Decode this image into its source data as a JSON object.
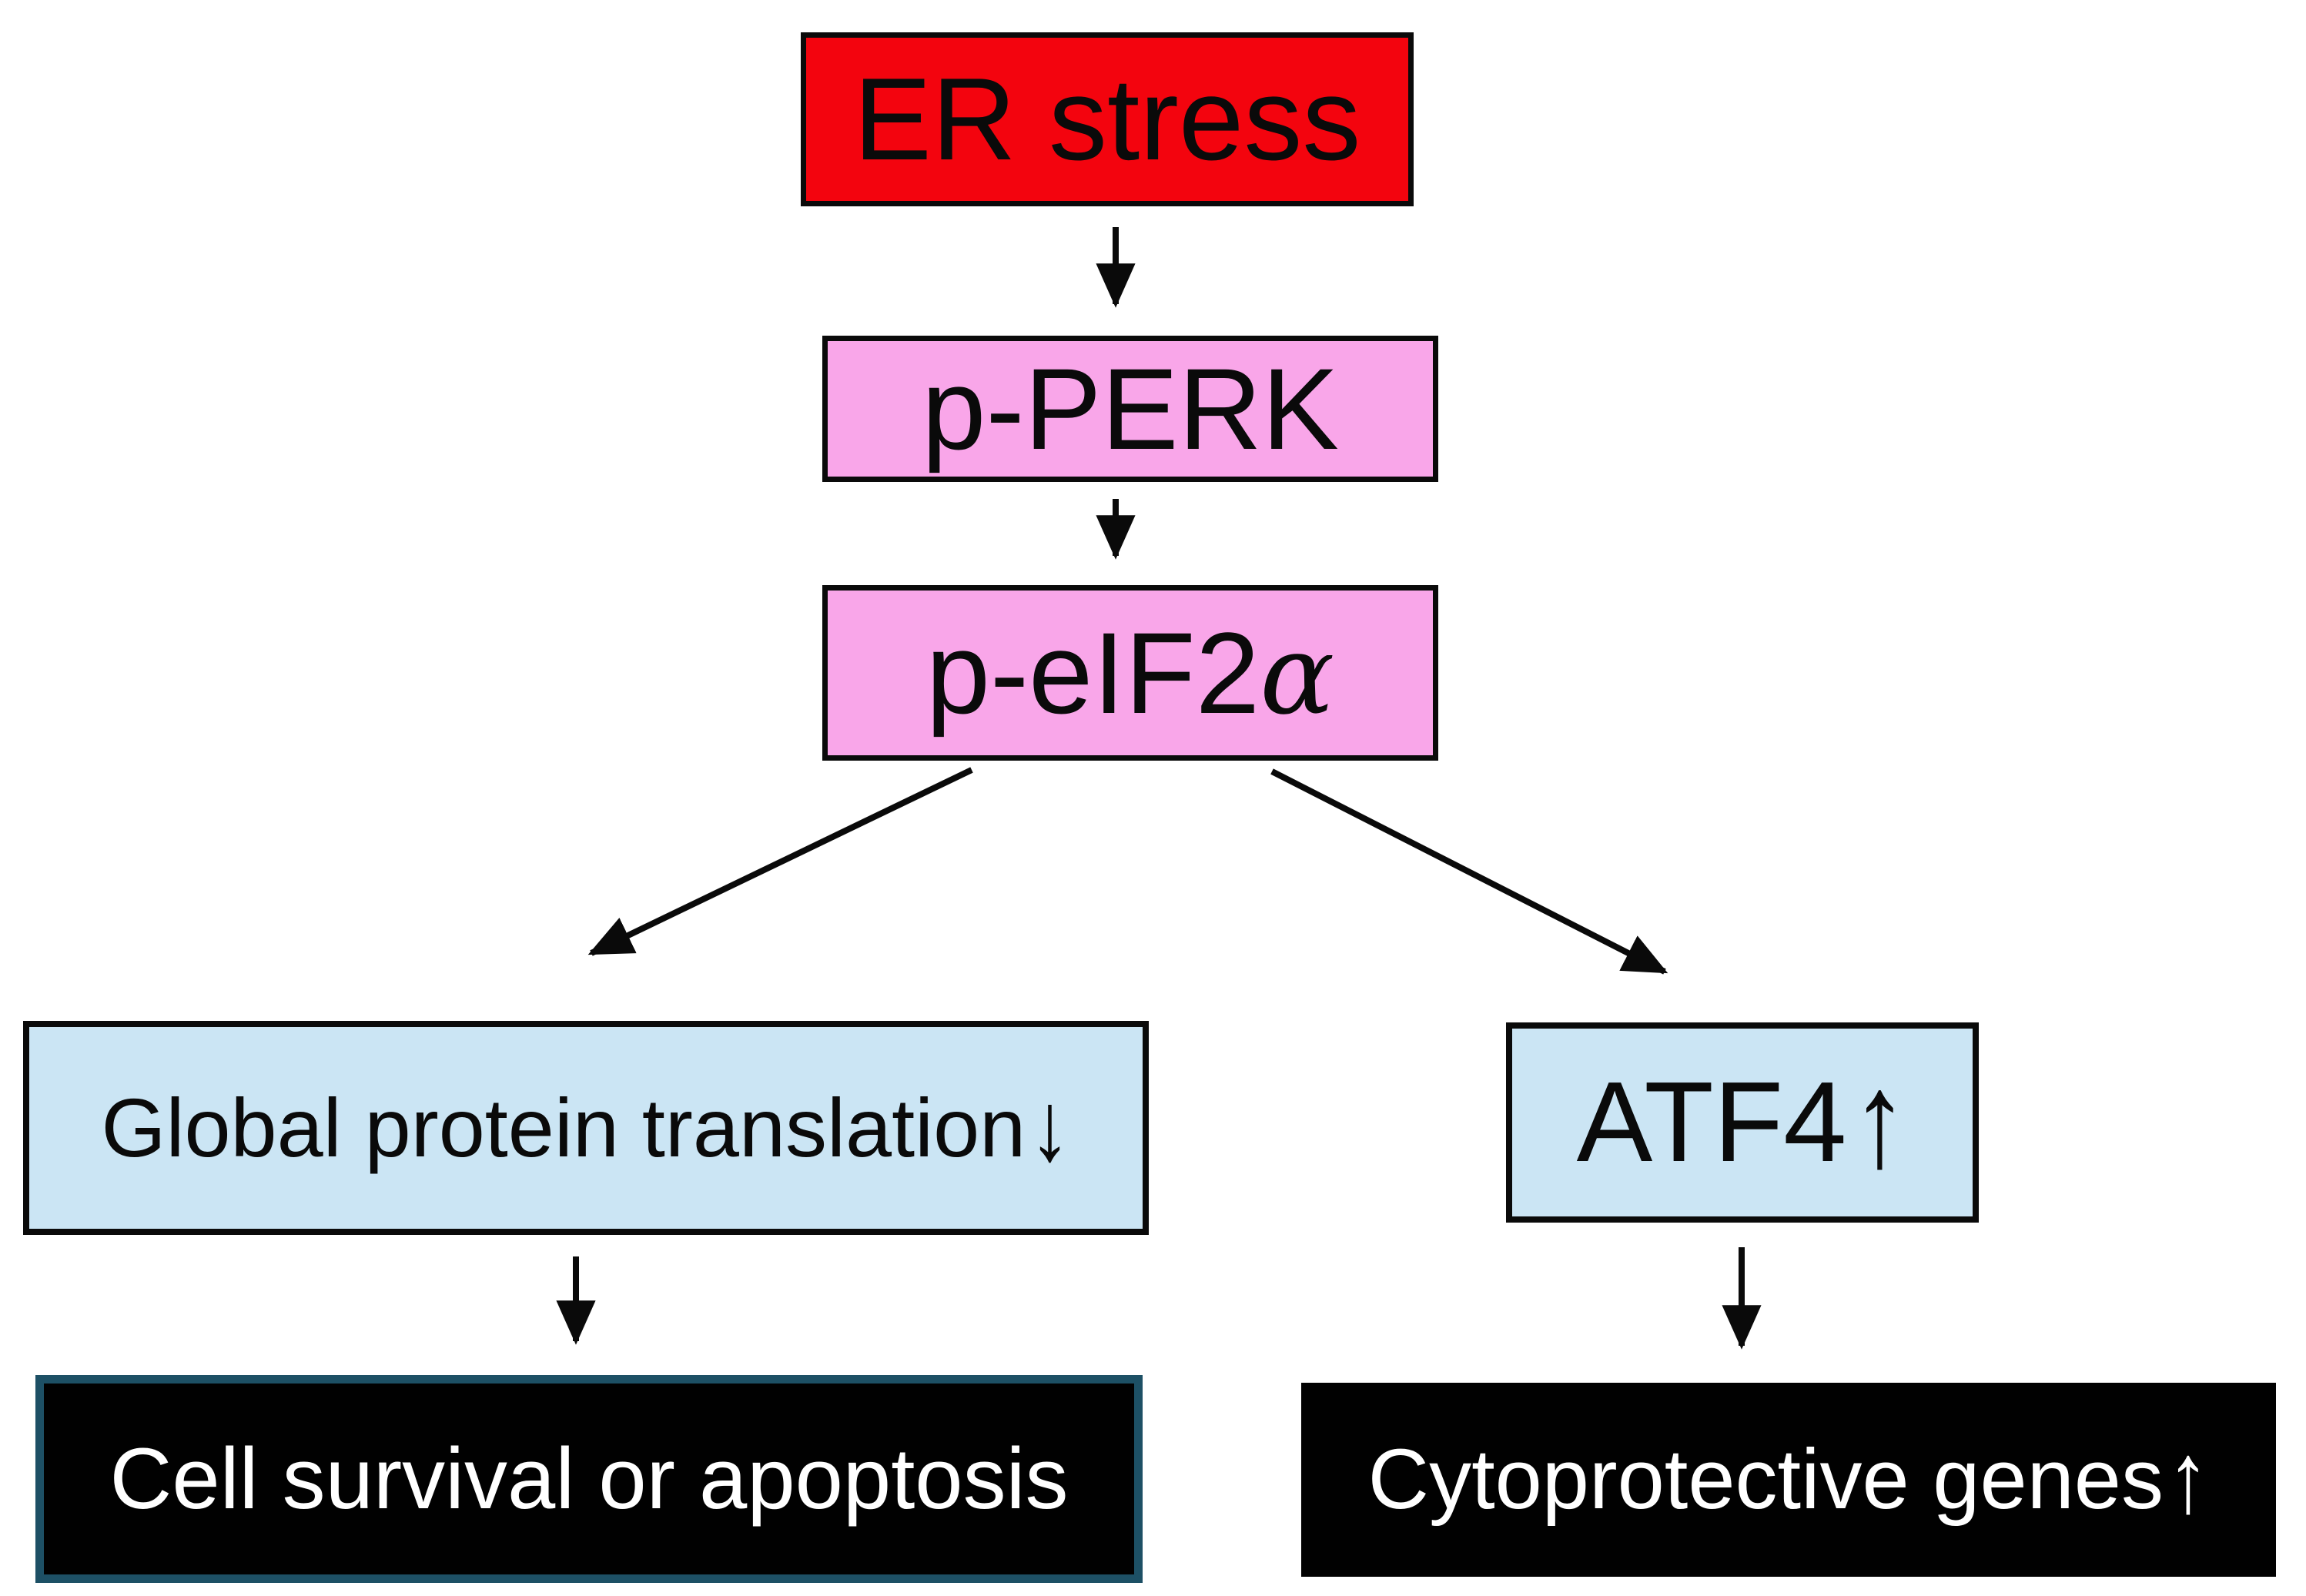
{
  "nodes": {
    "er_stress": {
      "label": "ER stress"
    },
    "p_perk": {
      "label": "p-PERK"
    },
    "p_eif2a": {
      "prefix": "p-eIF2",
      "alpha": "α"
    },
    "global_translation": {
      "label": "Global protein translation",
      "arrow_glyph": "↓"
    },
    "atf4": {
      "label": "ATF4",
      "arrow_glyph": "↑"
    },
    "cell_survival": {
      "label": "Cell survival or apoptosis"
    },
    "cytoprotective_genes": {
      "label": "Cytoprotective genes",
      "arrow_glyph": "↑"
    }
  },
  "colors": {
    "red_fill": "#f3040e",
    "pink_fill": "#f9a6e9",
    "blue_fill": "#cbe5f4",
    "black_fill": "#010101",
    "teal_border": "#1d5065",
    "box_border": "#0a0a0a",
    "arrow_color": "#0a0a0a",
    "background": "#ffffff",
    "white_text": "#ffffff",
    "black_text": "#0a0a0a"
  }
}
